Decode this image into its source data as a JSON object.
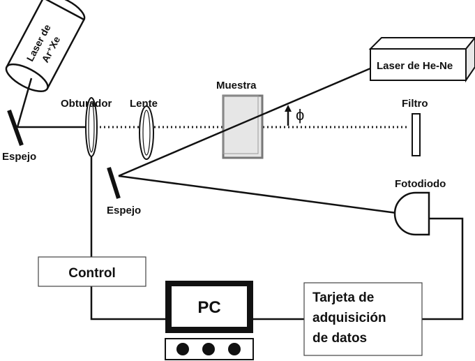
{
  "components": {
    "ar_laser": {
      "label_line1": "Laser de",
      "label_line2": "Ar⁺Xe"
    },
    "hene_laser": {
      "label": "Laser de He-Ne"
    },
    "mirror_left": {
      "label": "Espejo"
    },
    "mirror_center": {
      "label": "Espejo"
    },
    "shutter": {
      "label": "Obturador"
    },
    "lens": {
      "label": "Lente"
    },
    "sample": {
      "label": "Muestra"
    },
    "angle": {
      "label": "ϕ"
    },
    "filter": {
      "label": "Filtro"
    },
    "photodiode": {
      "label": "Fotodiodo"
    },
    "control": {
      "label": "Control"
    },
    "pc": {
      "label": "PC"
    },
    "daq": {
      "label_line1": "Tarjeta de",
      "label_line2": "adquisición",
      "label_line3": "de datos"
    }
  }
}
